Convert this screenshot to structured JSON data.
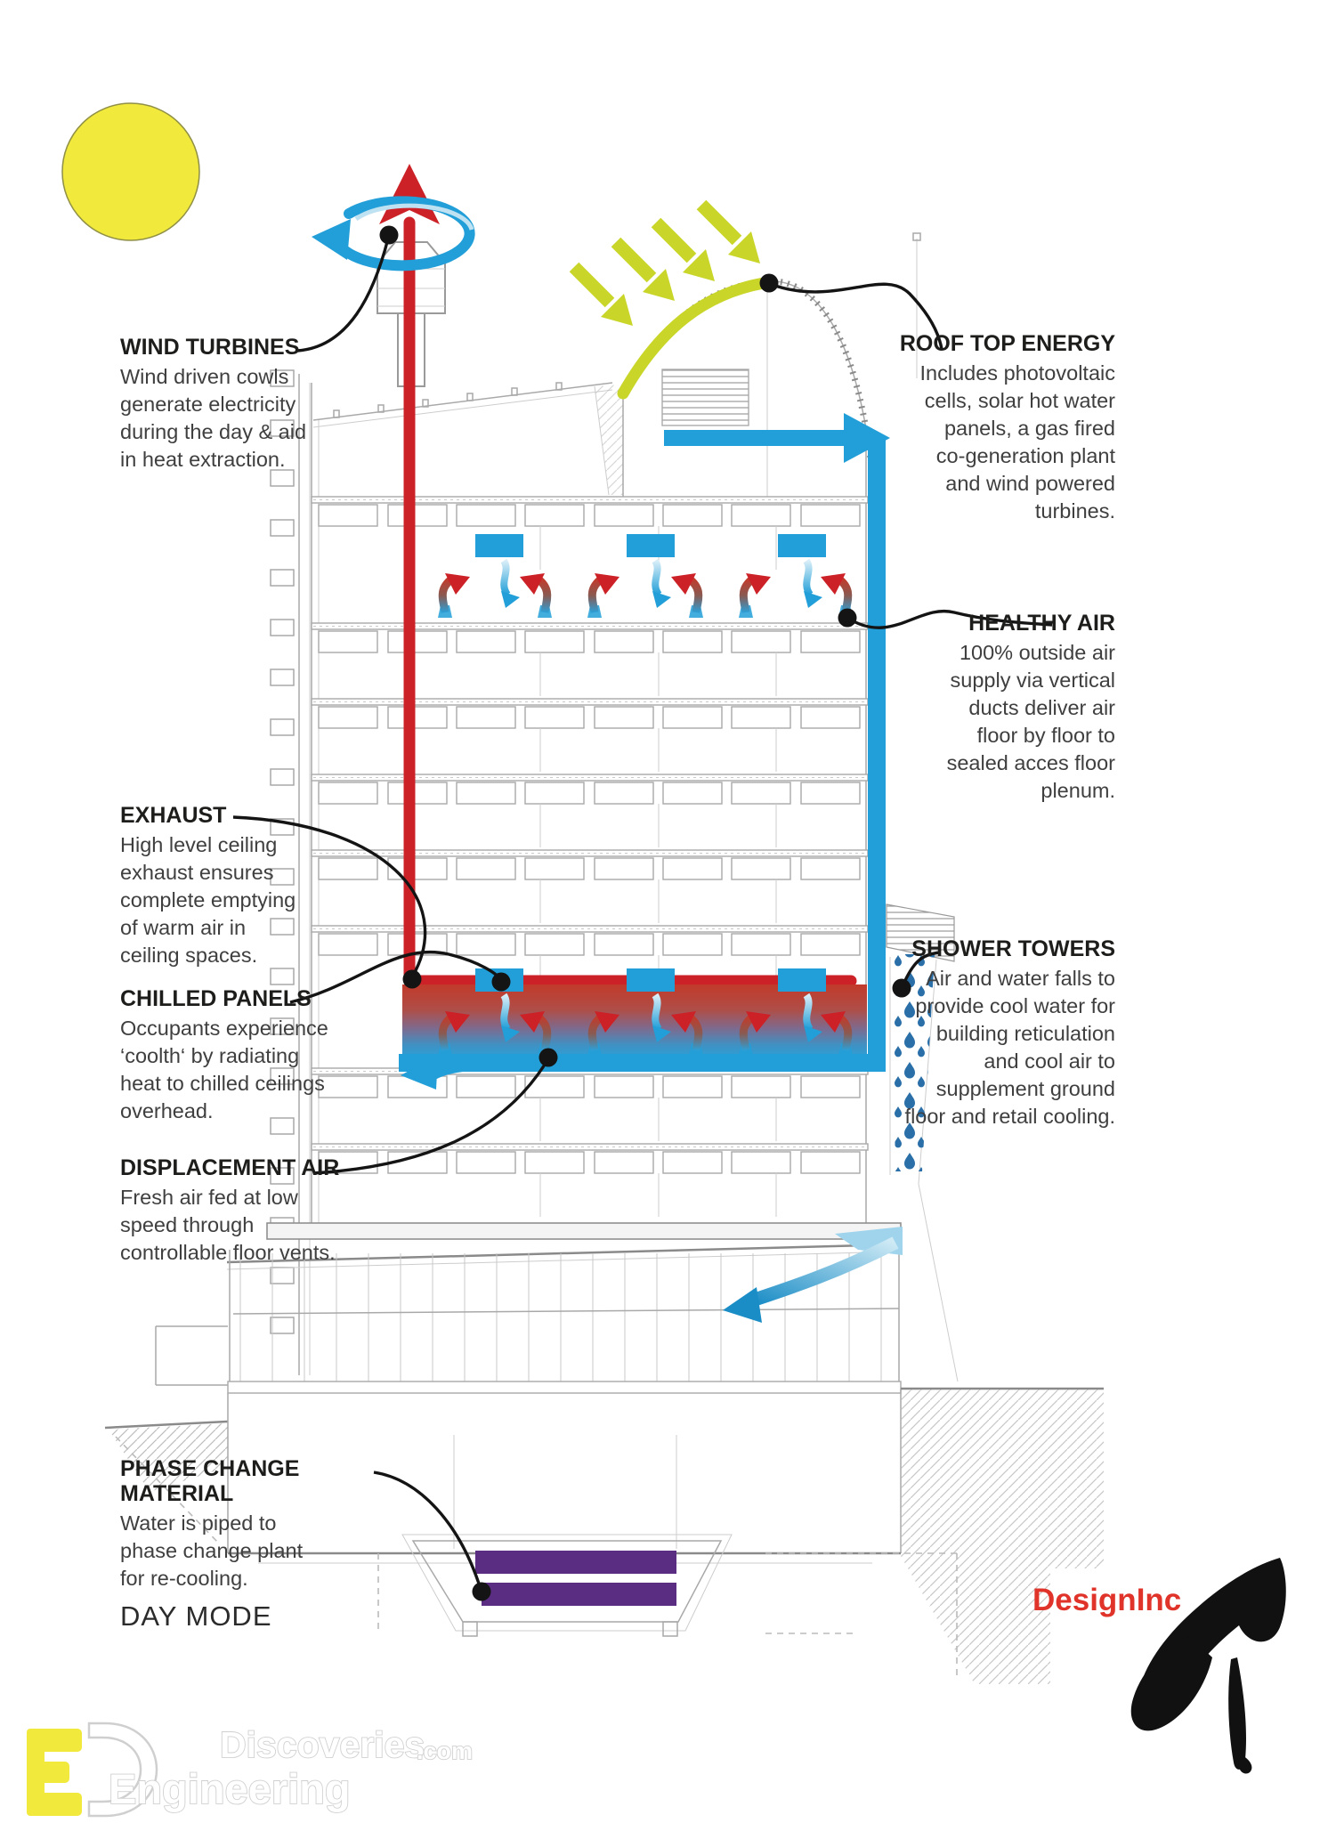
{
  "annotations": {
    "wind_turbines": {
      "title": "WIND TURBINES",
      "body": "Wind driven cowls\ngenerate electricity\nduring the day & aid\nin heat extraction."
    },
    "roof_top_energy": {
      "title": "ROOF TOP ENERGY",
      "body": "Includes photovoltaic\ncells, solar hot water\npanels, a gas fired\nco-generation plant\nand wind powered\nturbines."
    },
    "healthy_air": {
      "title": "HEALTHY AIR",
      "body": "100% outside air\nsupply via vertical\nducts deliver air\nfloor by floor to\nsealed acces floor\nplenum."
    },
    "exhaust": {
      "title": "EXHAUST",
      "body": "High level ceiling\nexhaust ensures\ncomplete emptying\nof warm air in\nceiling spaces."
    },
    "chilled_panels": {
      "title": "CHILLED PANELS",
      "body": "Occupants experience\n‘coolth‘ by radiating\nheat to chilled ceilings\noverhead."
    },
    "displacement_air": {
      "title": "DISPLACEMENT AIR",
      "body": "Fresh air fed at low\nspeed through\ncontrollable floor vents."
    },
    "shower_towers": {
      "title": "SHOWER TOWERS",
      "body": "Air and water falls to\nprovide cool water for\nbuilding reticulation\nand cool air to\nsupplement ground\nfloor and retail cooling."
    },
    "phase_change_material": {
      "title": "PHASE CHANGE MATERIAL",
      "body": "Water is piped to\nphase change plant\nfor re-cooling."
    }
  },
  "footer": {
    "day_mode": "DAY MODE"
  },
  "brand": {
    "name": "DesignInc"
  },
  "watermark": {
    "discoveries": "Discoveries",
    "domain": ".com",
    "engineering": "Engineering"
  },
  "colors": {
    "red": "#cc2127",
    "blue": "#229fd8",
    "blue-dark": "#1b8dc6",
    "blue-light": "#aadcf0",
    "yellow": "#f1e93c",
    "yellow-green": "#c9d629",
    "purple": "#5b2d82",
    "drop": "#2a6fa8",
    "line": "#a9a9a9",
    "line-dark": "#8a8a8a",
    "line-light": "#cdcdcd",
    "text": "#3f3f3f",
    "title": "#1d1d1b",
    "brand": "#e0332a"
  }
}
